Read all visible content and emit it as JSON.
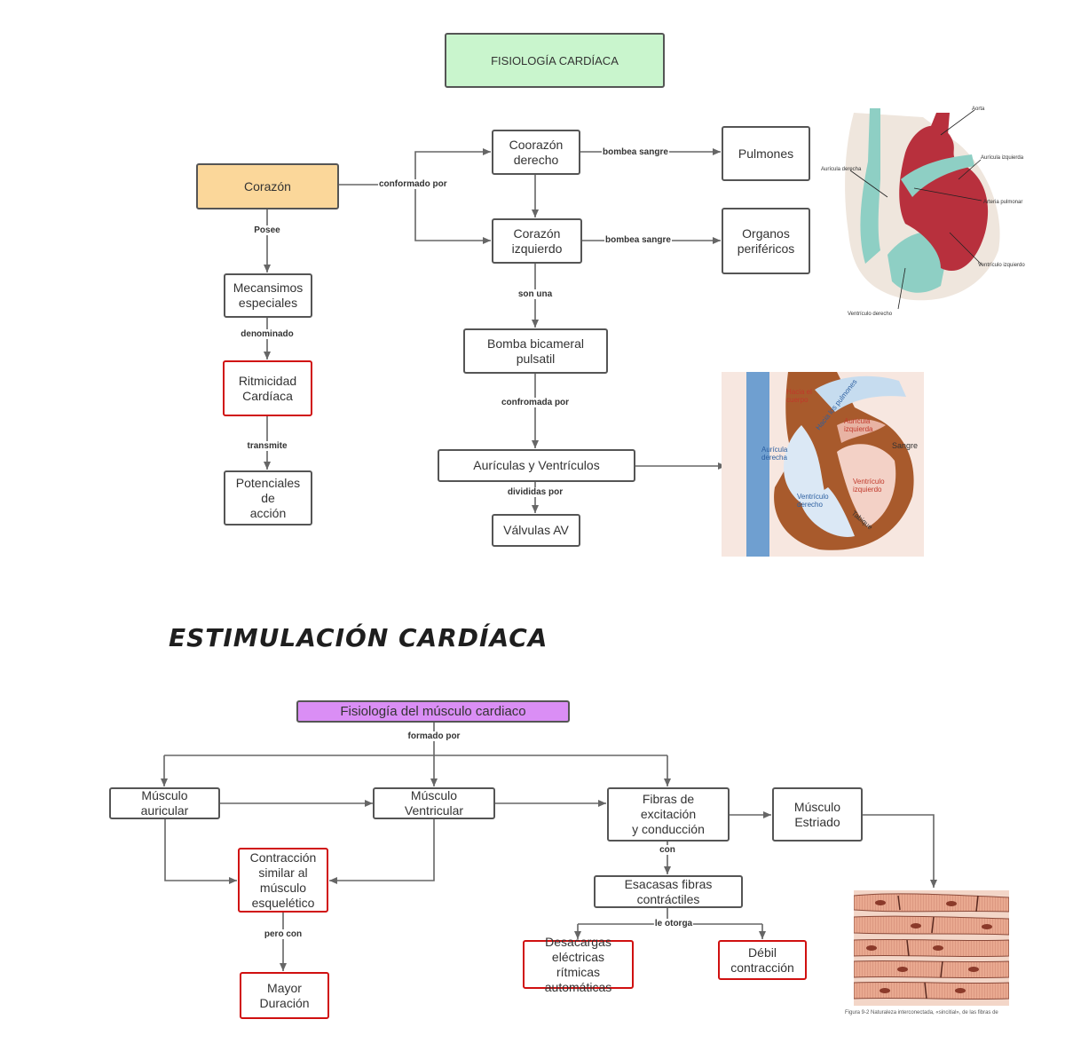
{
  "section1": {
    "title": "FISIOLOGÍA CARDÍACA",
    "nodes": {
      "corazon": "Corazón",
      "corazon_derecho": "Coorazón\nderecho",
      "corazon_izquierdo": "Corazón\nizquierdo",
      "pulmones": "Pulmones",
      "organos": "Organos\nperiféricos",
      "mecanismos": "Mecansimos\nespeciales",
      "ritmicidad": "Ritmicidad\nCardíaca",
      "potenciales": "Potenciales de\nacción",
      "bomba": "Bomba bicameral pulsatil",
      "auriculas": "Aurículas y Ventrículos",
      "valvulas": "Válvulas AV"
    },
    "labels": {
      "conformado_por": "conformado por",
      "bombea1": "bombea sangre",
      "bombea2": "bombea sangre",
      "posee": "Posee",
      "denominado": "denominado",
      "transmite": "transmite",
      "son_una": "son una",
      "conformada_por": "confromada por",
      "divididas_por": "divididas por"
    },
    "heart_diagram_labels": {
      "aorta": "Aorta",
      "auricula_izquierda": "Aurícula izquierda",
      "auricula_derecha": "Aurícula derecha",
      "arteria_pulmonar": "Arteria pulmonar",
      "ventriculo_izquierdo": "Ventrículo izquierdo",
      "ventriculo_derecho": "Ventrículo derecho"
    },
    "heart_illustration_labels": {
      "hacia_cuerpo": "Hacia el\ncuerpo",
      "hacia_pulmones": "Hacia los pulmones",
      "auricula_izquierda": "Aurícula\nizquierda",
      "auricula_derecha": "Aurícula\nderecha",
      "sangre": "Sangre",
      "ventriculo_derecho": "Ventrículo\nderecho",
      "ventriculo_izquierdo": "Ventrículo\nizquierdo",
      "tabique": "Tabique"
    }
  },
  "section2": {
    "title": "ESTIMULACIÓN CARDÍACA",
    "nodes": {
      "fisiologia": "Fisiología del músculo cardiaco",
      "auricular": "Músculo auricular",
      "ventricular": "Músculo Ventricular",
      "fibras": "Fibras de excitación\ny conducción",
      "estriado": "Músculo\nEstriado",
      "contraccion": "Contracción\nsimilar al\nmúsculo\nesquelético",
      "mayor": "Mayor\nDuración",
      "escasas": "Esacasas fibras\ncontráctiles",
      "descargas": "Desacargas\neléctricas rítmicas\nautomáticas",
      "debil": "Débil\ncontracción"
    },
    "labels": {
      "formado_por": "formado por",
      "pero_con": "pero con",
      "con": "con",
      "le_otorga": "le otorga"
    },
    "figure_caption": "Figura 9-2  Naturaleza interconectada, «sincitial», de las fibras de"
  },
  "colors": {
    "title_green": "#c9f5cd",
    "orange": "#fbd79a",
    "purple": "#da8ef5",
    "red_border": "#d01010",
    "line": "#666666",
    "heart_red": "#b8303d",
    "heart_teal": "#8ecfc4",
    "vessel_blue": "#6f9fd0"
  }
}
